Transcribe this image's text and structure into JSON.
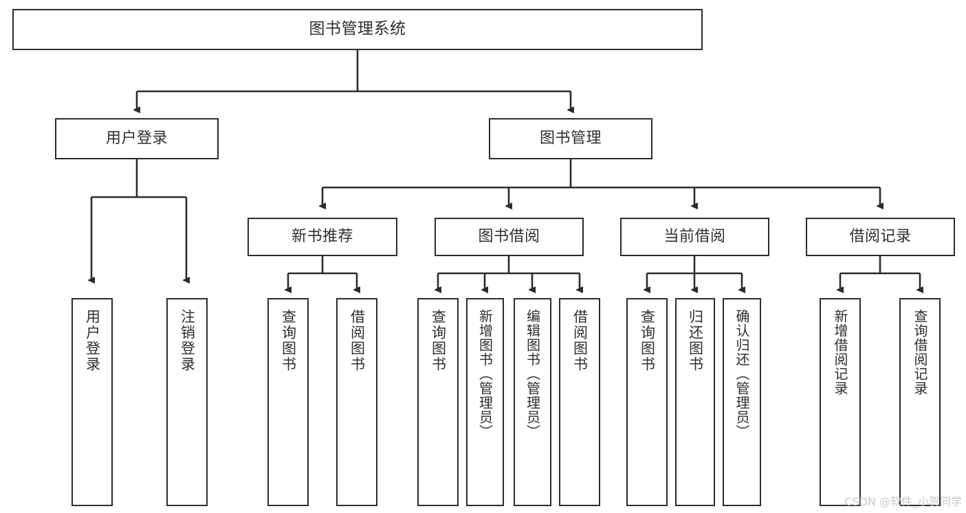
{
  "diagram": {
    "type": "hierarchy-tree",
    "title": "图书管理系统",
    "watermark": "CSDN @软件_小贺同学",
    "colors": {
      "box_border": "#2b2b2b",
      "box_fill": "#ffffff",
      "edge": "#2b2b2b",
      "text": "#2e2e2e",
      "background": "#ffffff",
      "watermark": "#c9c9c9"
    },
    "levels": {
      "root": {
        "label": "图书管理系统"
      },
      "level1": [
        {
          "label": "用户登录"
        },
        {
          "label": "图书管理"
        }
      ],
      "level2": [
        {
          "label": "新书推荐"
        },
        {
          "label": "图书借阅"
        },
        {
          "label": "当前借阅"
        },
        {
          "label": "借阅记录"
        }
      ],
      "leaves": [
        {
          "label": "用户登录",
          "parent": "用户登录"
        },
        {
          "label": "注销登录",
          "parent": "用户登录"
        },
        {
          "label": "查询图书",
          "parent": "新书推荐"
        },
        {
          "label": "借阅图书",
          "parent": "新书推荐"
        },
        {
          "label": "查询图书",
          "parent": "图书借阅"
        },
        {
          "label": "新增图书（管理员）",
          "parent": "图书借阅"
        },
        {
          "label": "编辑图书（管理员）",
          "parent": "图书借阅"
        },
        {
          "label": "借阅图书",
          "parent": "图书借阅"
        },
        {
          "label": "查询图书",
          "parent": "当前借阅"
        },
        {
          "label": "归还图书",
          "parent": "当前借阅"
        },
        {
          "label": "确认归还（管理员）",
          "parent": "当前借阅"
        },
        {
          "label": "新增借阅记录",
          "parent": "借阅记录"
        },
        {
          "label": "查询借阅记录",
          "parent": "借阅记录"
        }
      ]
    }
  }
}
